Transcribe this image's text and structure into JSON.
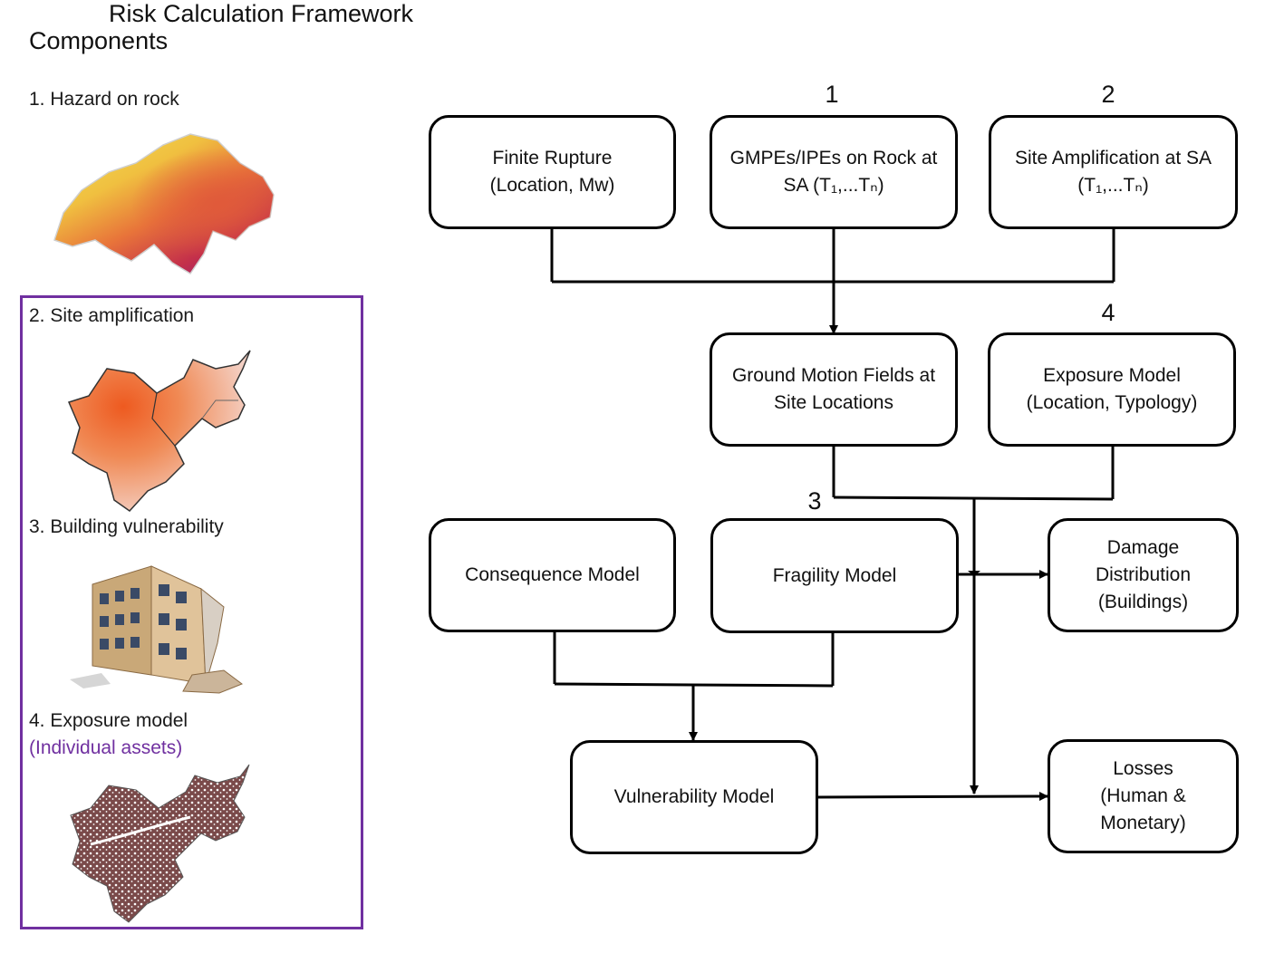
{
  "components": {
    "title": "Components",
    "items": [
      {
        "label": "1. Hazard on rock"
      },
      {
        "label": "2. Site amplification"
      },
      {
        "label": "3. Building vulnerability"
      },
      {
        "label": "4. Exposure model",
        "sublabel": "(Individual assets)"
      }
    ],
    "accent_color": "#7030a0"
  },
  "framework": {
    "title": "Risk Calculation Framework",
    "numbers": [
      "1",
      "2",
      "3",
      "4"
    ],
    "boxes": {
      "finite_rupture": "Finite Rupture\n(Location, Mw)",
      "gmpe": "GMPEs/IPEs on Rock at\nSA (T₁,...Tₙ)",
      "site_amp": "Site Amplification at SA\n(T₁,...Tₙ)",
      "ground_motion": "Ground Motion Fields at\nSite Locations",
      "exposure": "Exposure Model\n(Location, Typology)",
      "consequence": "Consequence Model",
      "fragility": "Fragility Model",
      "damage": "Damage\nDistribution\n(Buildings)",
      "vulnerability": "Vulnerability Model",
      "losses": "Losses\n(Human &\nMonetary)"
    }
  }
}
